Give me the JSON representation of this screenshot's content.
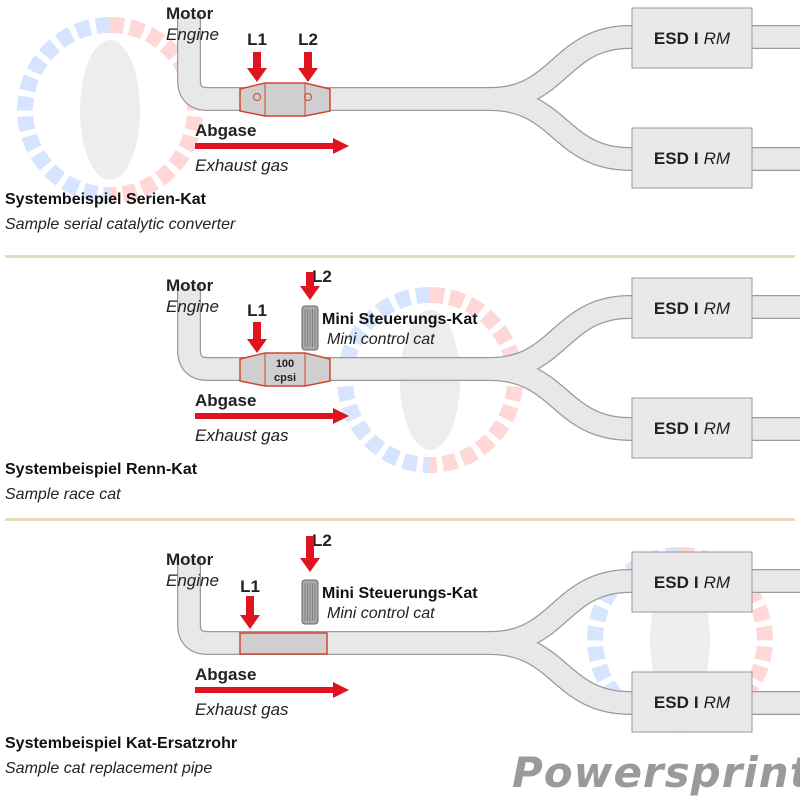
{
  "colors": {
    "arrow": "#e0141e",
    "pipe_fill": "#e8e8e8",
    "pipe_outline": "#9a9a9a",
    "cat_outline": "#d2452d",
    "separator": "#e8dcc0"
  },
  "panels": [
    {
      "engine_de": "Motor",
      "engine_en": "Engine",
      "l1": "L1",
      "l2": "L2",
      "gas_de": "Abgase",
      "gas_en": "Exhaust gas",
      "muffler_de": "ESD",
      "muffler_sep": "I",
      "muffler_en": "RM",
      "title_de": "Systembeispiel Serien-Kat",
      "title_en": "Sample serial catalytic converter"
    },
    {
      "engine_de": "Motor",
      "engine_en": "Engine",
      "l1": "L1",
      "l2": "L2",
      "cat_cpsi_1": "100",
      "cat_cpsi_2": "cpsi",
      "mini_de": "Mini Steuerungs-Kat",
      "mini_en": "Mini control cat",
      "gas_de": "Abgase",
      "gas_en": "Exhaust gas",
      "muffler_de": "ESD",
      "muffler_sep": "I",
      "muffler_en": "RM",
      "title_de": "Systembeispiel Renn-Kat",
      "title_en": "Sample race cat"
    },
    {
      "engine_de": "Motor",
      "engine_en": "Engine",
      "l1": "L1",
      "l2": "L2",
      "mini_de": "Mini Steuerungs-Kat",
      "mini_en": "Mini control cat",
      "gas_de": "Abgase",
      "gas_en": "Exhaust gas",
      "muffler_de": "ESD",
      "muffler_sep": "I",
      "muffler_en": "RM",
      "title_de": "Systembeispiel Kat-Ersatzrohr",
      "title_en": "Sample cat replacement pipe"
    }
  ],
  "logo": "Powersprint"
}
